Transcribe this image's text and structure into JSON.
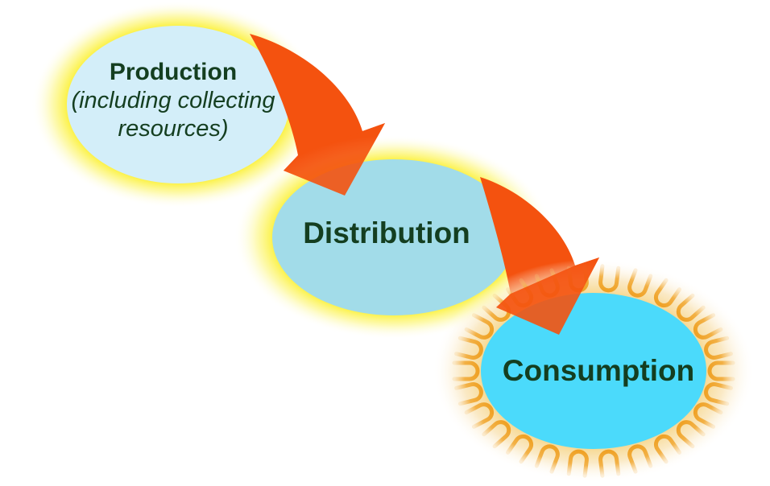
{
  "diagram": {
    "background_color": "#FFFFFF",
    "text_color": "#143E20",
    "arrow_color": "#F4520F",
    "glow_color": "#FCF24B",
    "halo_color": "#F7DA96",
    "ray_color": "#EFA227",
    "nodes": [
      {
        "id": "production",
        "label": "Production",
        "sublabel_lines": [
          "(including collecting",
          "resources)"
        ],
        "fill": "#D3EEF9",
        "glow": "yellow"
      },
      {
        "id": "distribution",
        "label": "Distribution",
        "sublabel_lines": [
          "",
          ""
        ],
        "fill": "#A2DCE9",
        "glow": "yellow"
      },
      {
        "id": "consumption",
        "label": "Consumption",
        "sublabel_lines": [
          "",
          ""
        ],
        "fill": "#4BDAFB",
        "glow": "orange-rays"
      }
    ],
    "edges": [
      {
        "from": "Production",
        "to": "Distribution",
        "style": "curved-orange-arrow"
      },
      {
        "from": "Distribution",
        "to": "Consumption",
        "style": "curved-orange-arrow"
      }
    ]
  }
}
